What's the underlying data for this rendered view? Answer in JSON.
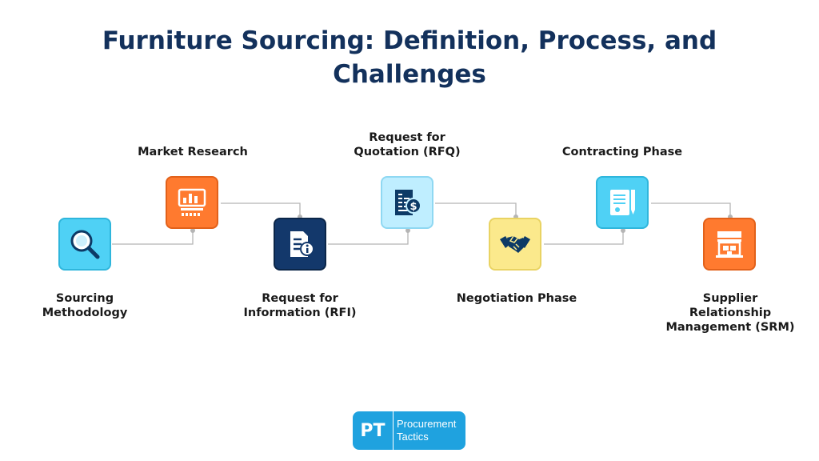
{
  "title": {
    "line1": "Furniture Sourcing: Definition, Process, and",
    "line2": "Challenges"
  },
  "steps": [
    {
      "name": "sourcing-methodology",
      "label_lines": [
        "Sourcing",
        "Methodology"
      ],
      "icon": "magnifier-icon",
      "color": "#4fd1f5"
    },
    {
      "name": "market-research",
      "label_lines": [
        "Market Research"
      ],
      "icon": "chart-monitor-icon",
      "color": "#ff7a2f"
    },
    {
      "name": "request-for-information",
      "label_lines": [
        "Request for",
        "Information (RFI)"
      ],
      "icon": "document-info-icon",
      "color": "#13386b"
    },
    {
      "name": "request-for-quotation",
      "label_lines": [
        "Request for",
        "Quotation (RFQ)"
      ],
      "icon": "document-dollar-icon",
      "color": "#bfeeff"
    },
    {
      "name": "negotiation-phase",
      "label_lines": [
        "Negotiation Phase"
      ],
      "icon": "handshake-icon",
      "color": "#fbe98c"
    },
    {
      "name": "contracting-phase",
      "label_lines": [
        "Contracting Phase"
      ],
      "icon": "contract-pen-icon",
      "color": "#4fd1f5"
    },
    {
      "name": "supplier-relationship-management",
      "label_lines": [
        "Supplier",
        "Relationship",
        "Management (SRM)"
      ],
      "icon": "storefront-icon",
      "color": "#ff7a2f"
    }
  ],
  "logo": {
    "mark": "PT",
    "line1": "Procurement",
    "line2": "Tactics",
    "color": "#1fa2df"
  }
}
